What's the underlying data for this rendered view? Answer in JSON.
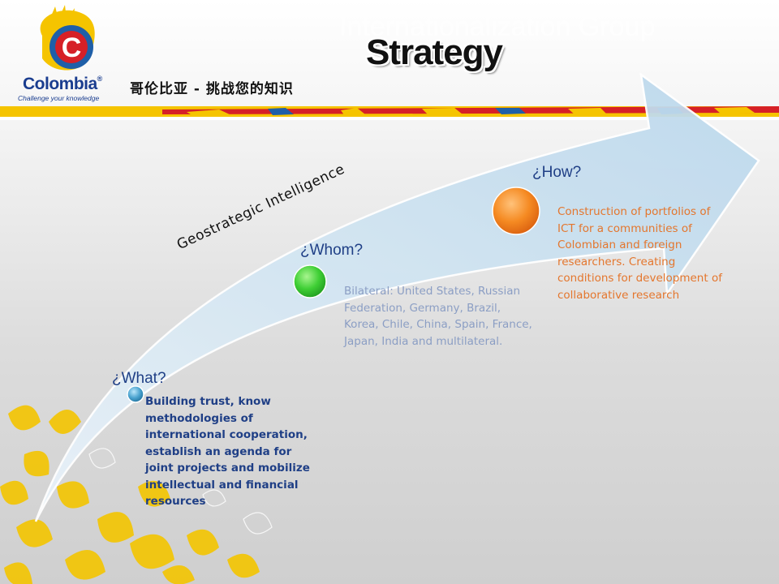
{
  "header": {
    "ghost_title": "Internationalization Group",
    "title": "Strategy",
    "logo": {
      "brand": "Colombia",
      "registered_mark": "®",
      "tagline": "Challenge your knowledge",
      "emblem_letter": "C"
    },
    "slogan_cn": "哥伦比亚 - 挑战您的知识"
  },
  "diagram": {
    "arc_label": "Geostrategic Intelligence",
    "steps": [
      {
        "question": "¿What?",
        "description": "Building trust, know methodologies of international cooperation, establish an agenda for joint projects and mobilize intellectual and financial resources",
        "color": "#4aa3cf"
      },
      {
        "question": "¿Whom?",
        "description": "Bilateral: United States, Russian Federation, Germany, Brazil, Korea, Chile, China, Spain, France, Japan, India and multilateral.",
        "color": "#3fcf35"
      },
      {
        "question": "¿How?",
        "description": "Construction of portfolios of ICT for a communities of Colombian and foreign researchers. Creating conditions for development of collaborative research",
        "color": "#f07d1f"
      }
    ]
  },
  "colors": {
    "flag_yellow": "#f5c400",
    "flag_red": "#d62027",
    "flag_blue": "#1f5fa8",
    "arrow_fill": "#cfe3f1",
    "text_navy": "#1f3f86"
  }
}
